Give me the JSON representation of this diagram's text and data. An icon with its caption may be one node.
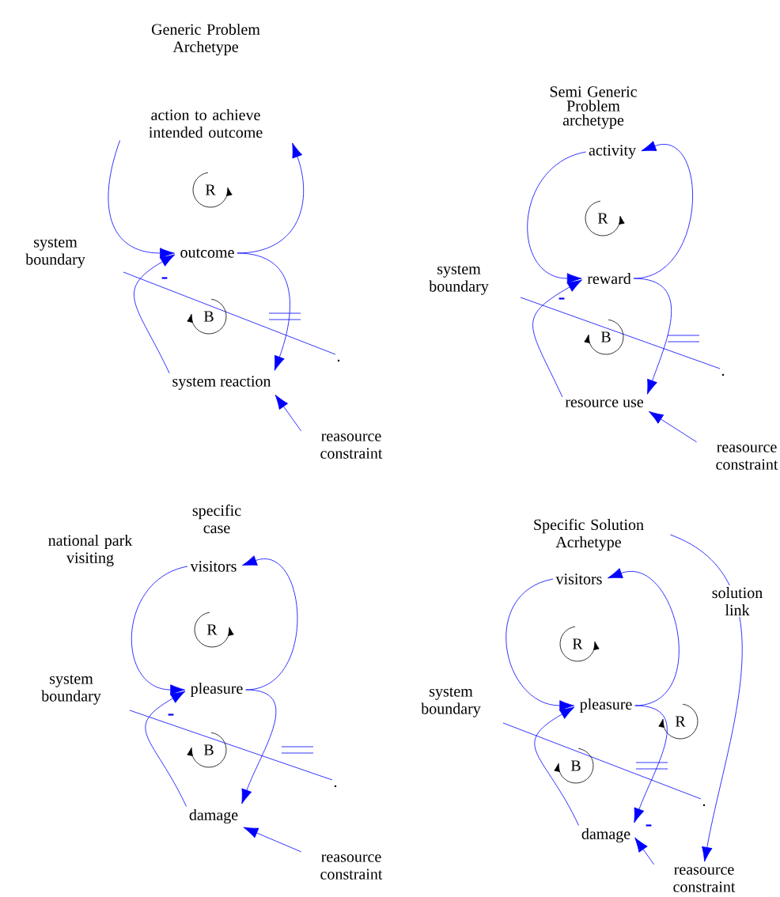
{
  "diagram": {
    "nodes": [
      {
        "text": [
          "action to achieve intended outcome"
        ]
      },
      {
        "text": [
          "outcome"
        ]
      },
      {
        "text": [
          "system reaction"
        ]
      },
      {
        "text": [
          "reasource constraint"
        ]
      },
      {
        "text": [
          "activity"
        ]
      },
      {
        "text": [
          "reward"
        ]
      },
      {
        "text": [
          "resource use"
        ]
      },
      {
        "text": [
          "reasource constraint"
        ]
      },
      {
        "text": [
          "visitors"
        ]
      },
      {
        "text": [
          "pleasure"
        ]
      },
      {
        "text": [
          "damage"
        ]
      },
      {
        "text": [
          "reasource constraint"
        ]
      },
      {
        "text": [
          "Specific Solution Acrhetype"
        ]
      },
      {
        "text": [
          "visitors"
        ]
      },
      {
        "text": [
          "pleasure"
        ]
      },
      {
        "text": [
          "damage"
        ]
      },
      {
        "text": [
          "reasource constraint"
        ]
      }
    ],
    "edges": [
      {
        "from": 0,
        "to": 1,
        "arrow": "to"
      },
      {
        "from": 1,
        "to": 0,
        "arrow": "to"
      },
      {
        "from": 1,
        "to": 2,
        "arrow": "to"
      },
      {
        "from": 2,
        "to": 1,
        "arrow": "to",
        "label": "-"
      },
      {
        "from": 3,
        "to": 2,
        "arrow": "to"
      },
      {
        "from": 4,
        "to": 5,
        "arrow": "to"
      },
      {
        "from": 5,
        "to": 4,
        "arrow": "to"
      },
      {
        "from": 5,
        "to": 6,
        "arrow": "to"
      },
      {
        "from": 6,
        "to": 5,
        "arrow": "to",
        "label": "-"
      },
      {
        "from": 7,
        "to": 6,
        "arrow": "to"
      },
      {
        "from": 8,
        "to": 9,
        "arrow": "to"
      },
      {
        "from": 9,
        "to": 8,
        "arrow": "to"
      },
      {
        "from": 9,
        "to": 10,
        "arrow": "to"
      },
      {
        "from": 10,
        "to": 9,
        "arrow": "to",
        "label": "-"
      },
      {
        "from": 11,
        "to": 10,
        "arrow": "to"
      },
      {
        "from": 13,
        "to": 14,
        "arrow": "to"
      },
      {
        "from": 14,
        "to": 13,
        "arrow": "to"
      },
      {
        "from": 14,
        "to": 15,
        "arrow": "to"
      },
      {
        "from": 15,
        "to": 14,
        "arrow": "to"
      },
      {
        "from": 16,
        "to": 15,
        "arrow": "to",
        "label": "-"
      },
      {
        "from": 12,
        "to": 16,
        "arrow": "to",
        "label": "solution link"
      }
    ],
    "labels": [
      "Generic Problem Archetype",
      "system boundary",
      "R",
      "B",
      "Semi Generic Problem archetype",
      "system boundary",
      "R",
      "B",
      "specific case",
      "national park visiting",
      "system boundary",
      "R",
      "B",
      "system boundary",
      "R",
      "B",
      "R"
    ]
  }
}
